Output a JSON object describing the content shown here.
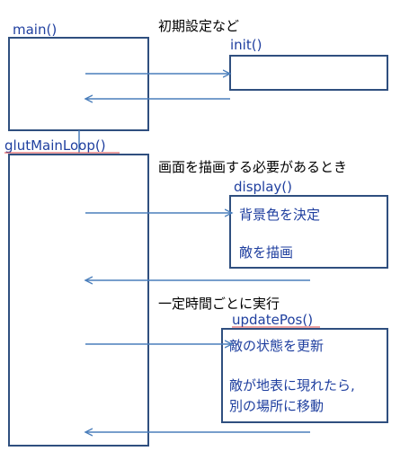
{
  "main_label": "main()",
  "loop_label": "glutMainLoop()",
  "init_note": "初期設定など",
  "init_label": "init()",
  "display_note": "画面を描画する必要があるとき",
  "display_label": "display()",
  "display_body": [
    "背景色を決定",
    "敵を描画"
  ],
  "update_note": "一定時間ごとに実行",
  "update_label": "updatePos()",
  "update_body": [
    "敵の状態を更新",
    "敵が地表に現れたら,",
    "別の場所に移動"
  ],
  "colors": {
    "box_stroke": "#2f4f7f",
    "arrow": "#4a7ebb",
    "label_blue": "#1f3f9f",
    "underline_red": "#d94040",
    "text_black": "#000000"
  }
}
